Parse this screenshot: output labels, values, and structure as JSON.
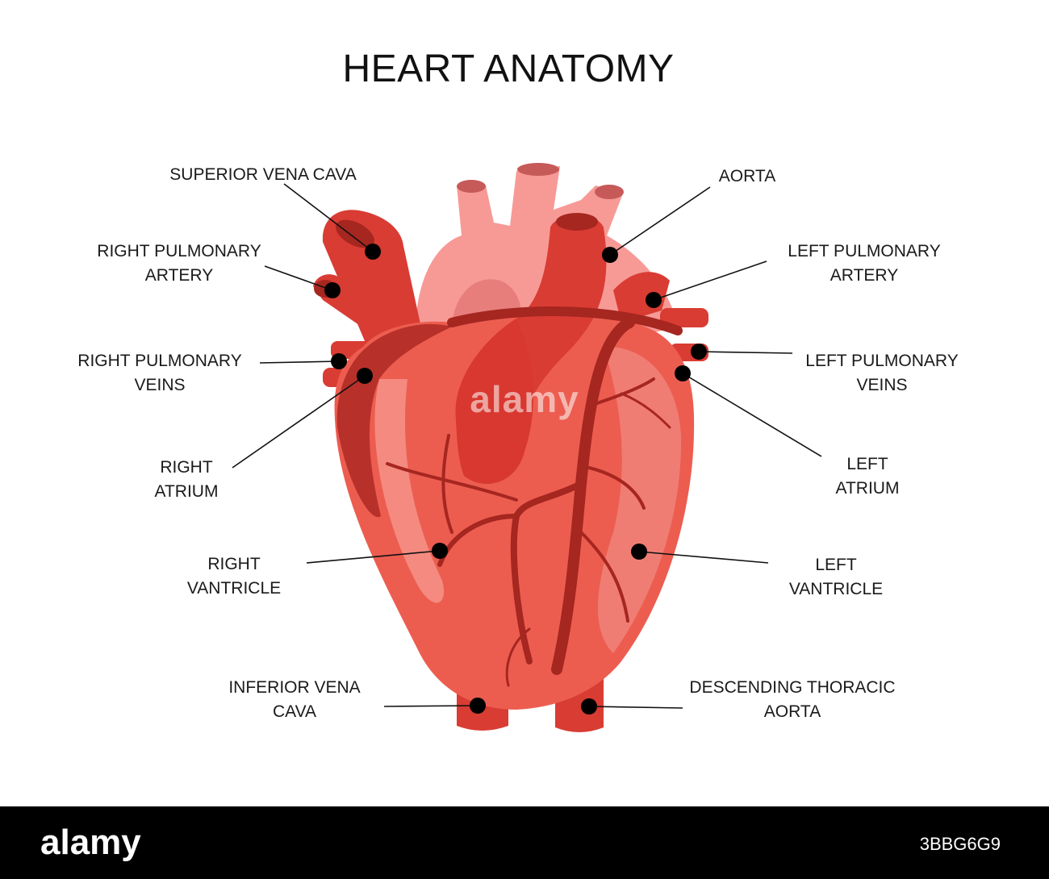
{
  "title": "HEART ANATOMY",
  "labels": {
    "superior_vena_cava": [
      "SUPERIOR VENA CAVA"
    ],
    "right_pulmonary_artery": [
      "RIGHT PULMONARY",
      "ARTERY"
    ],
    "right_pulmonary_veins": [
      "RIGHT PULMONARY",
      "VEINS"
    ],
    "right_atrium": [
      "RIGHT",
      "ATRIUM"
    ],
    "right_ventricle": [
      "RIGHT",
      "VANTRICLE"
    ],
    "inferior_vena_cava": [
      "INFERIOR VENA",
      "CAVA"
    ],
    "aorta": [
      "AORTA"
    ],
    "left_pulmonary_artery": [
      "LEFT PULMONARY",
      "ARTERY"
    ],
    "left_pulmonary_veins": [
      "LEFT PULMONARY",
      "VEINS"
    ],
    "left_atrium": [
      "LEFT",
      "ATRIUM"
    ],
    "left_ventricle": [
      "LEFT",
      "VANTRICLE"
    ],
    "descending_thoracic_aorta": [
      "DESCENDING THORACIC",
      "AORTA"
    ]
  },
  "watermark": "alamy",
  "footer": {
    "brand": "alamy",
    "image_id": "3BBG6G9"
  },
  "colors": {
    "heart_main": "#EC5D50",
    "heart_dark": "#B8302A",
    "vessel": "#D93C33",
    "aorta_pink": "#F79A96",
    "marker": "#000000"
  }
}
